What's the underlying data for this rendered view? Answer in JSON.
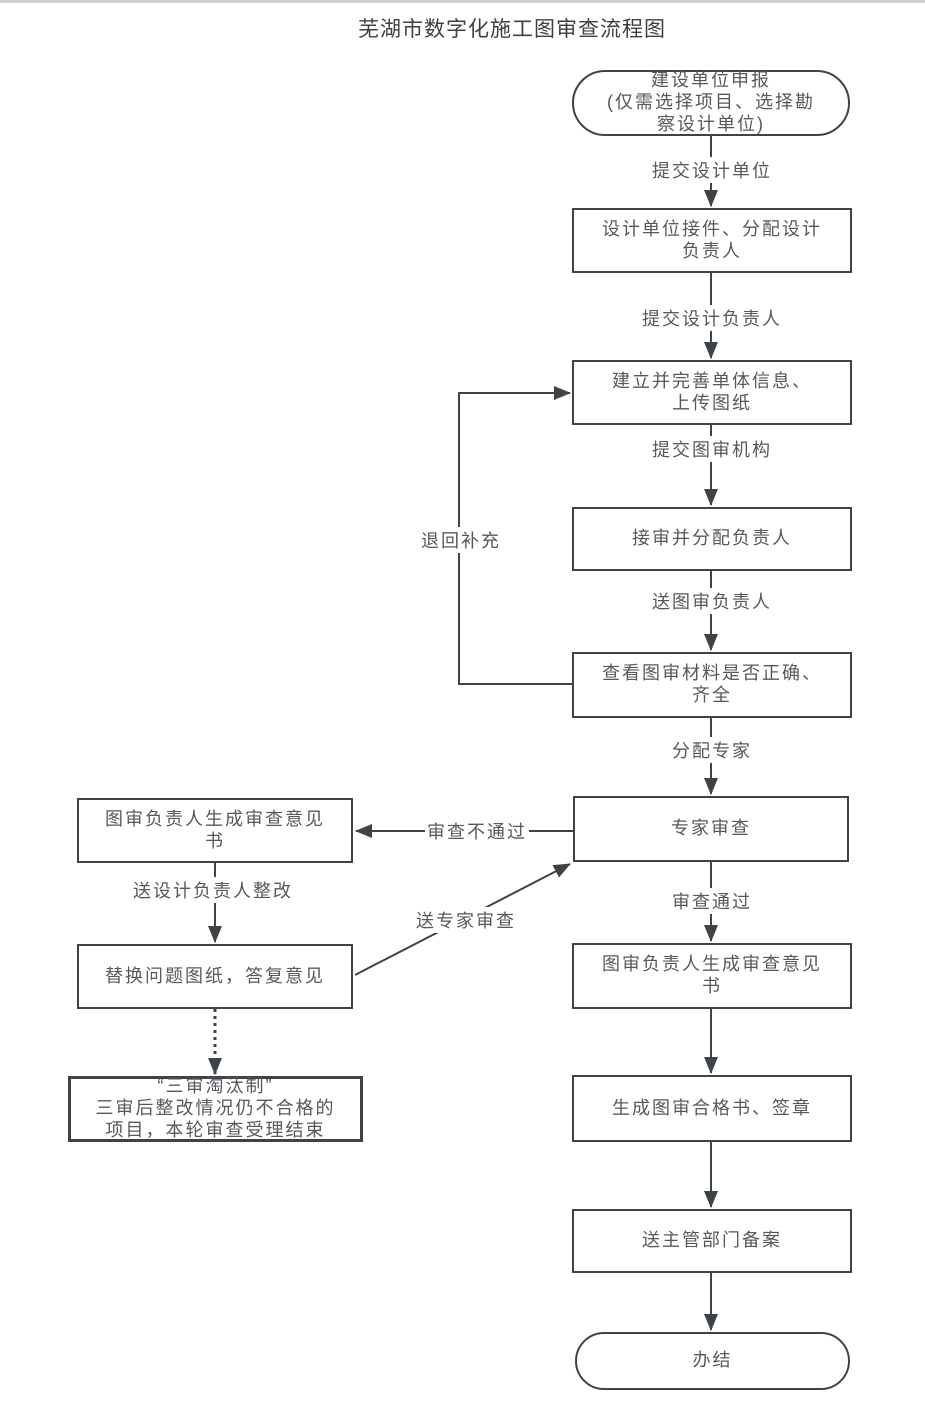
{
  "page": {
    "title": "芜湖市数字化施工图审查流程图"
  },
  "nodes": {
    "start": {
      "label": "建设单位申报\n(仅需选择项目、选择勘\n察设计单位)"
    },
    "design_unit_accept": {
      "label": "设计单位接件、分配设计\n负责人"
    },
    "build_unit_info": {
      "label": "建立并完善单体信息、\n上传图纸"
    },
    "accept_assign_leader": {
      "label": "接审并分配负责人"
    },
    "check_materials": {
      "label": "查看图审材料是否正确、\n齐全"
    },
    "expert_review": {
      "label": "专家审查"
    },
    "left_opinion_letter": {
      "label": "图审负责人生成审查意见\n书"
    },
    "replace_drawings": {
      "label": "替换问题图纸，答复意见"
    },
    "three_review_elimination": {
      "label": "“三审淘汰制”\n三审后整改情况仍不合格的\n项目，本轮审查受理结束"
    },
    "right_opinion_letter": {
      "label": "图审负责人生成审查意见\n书"
    },
    "generate_certificate": {
      "label": "生成图审合格书、签章"
    },
    "send_authority_record": {
      "label": "送主管部门备案"
    },
    "end": {
      "label": "办结"
    }
  },
  "edges": {
    "submit_design_unit": {
      "label": "提交设计单位"
    },
    "submit_design_leader": {
      "label": "提交设计负责人"
    },
    "submit_review_org": {
      "label": "提交图审机构"
    },
    "send_review_leader": {
      "label": "送图审负责人"
    },
    "assign_experts": {
      "label": "分配专家"
    },
    "review_fail": {
      "label": "审查不通过"
    },
    "review_pass": {
      "label": "审查通过"
    },
    "send_design_rectify": {
      "label": "送设计负责人整改"
    },
    "send_expert_review": {
      "label": "送专家审查"
    },
    "return_supplement": {
      "label": "退回补充"
    }
  }
}
